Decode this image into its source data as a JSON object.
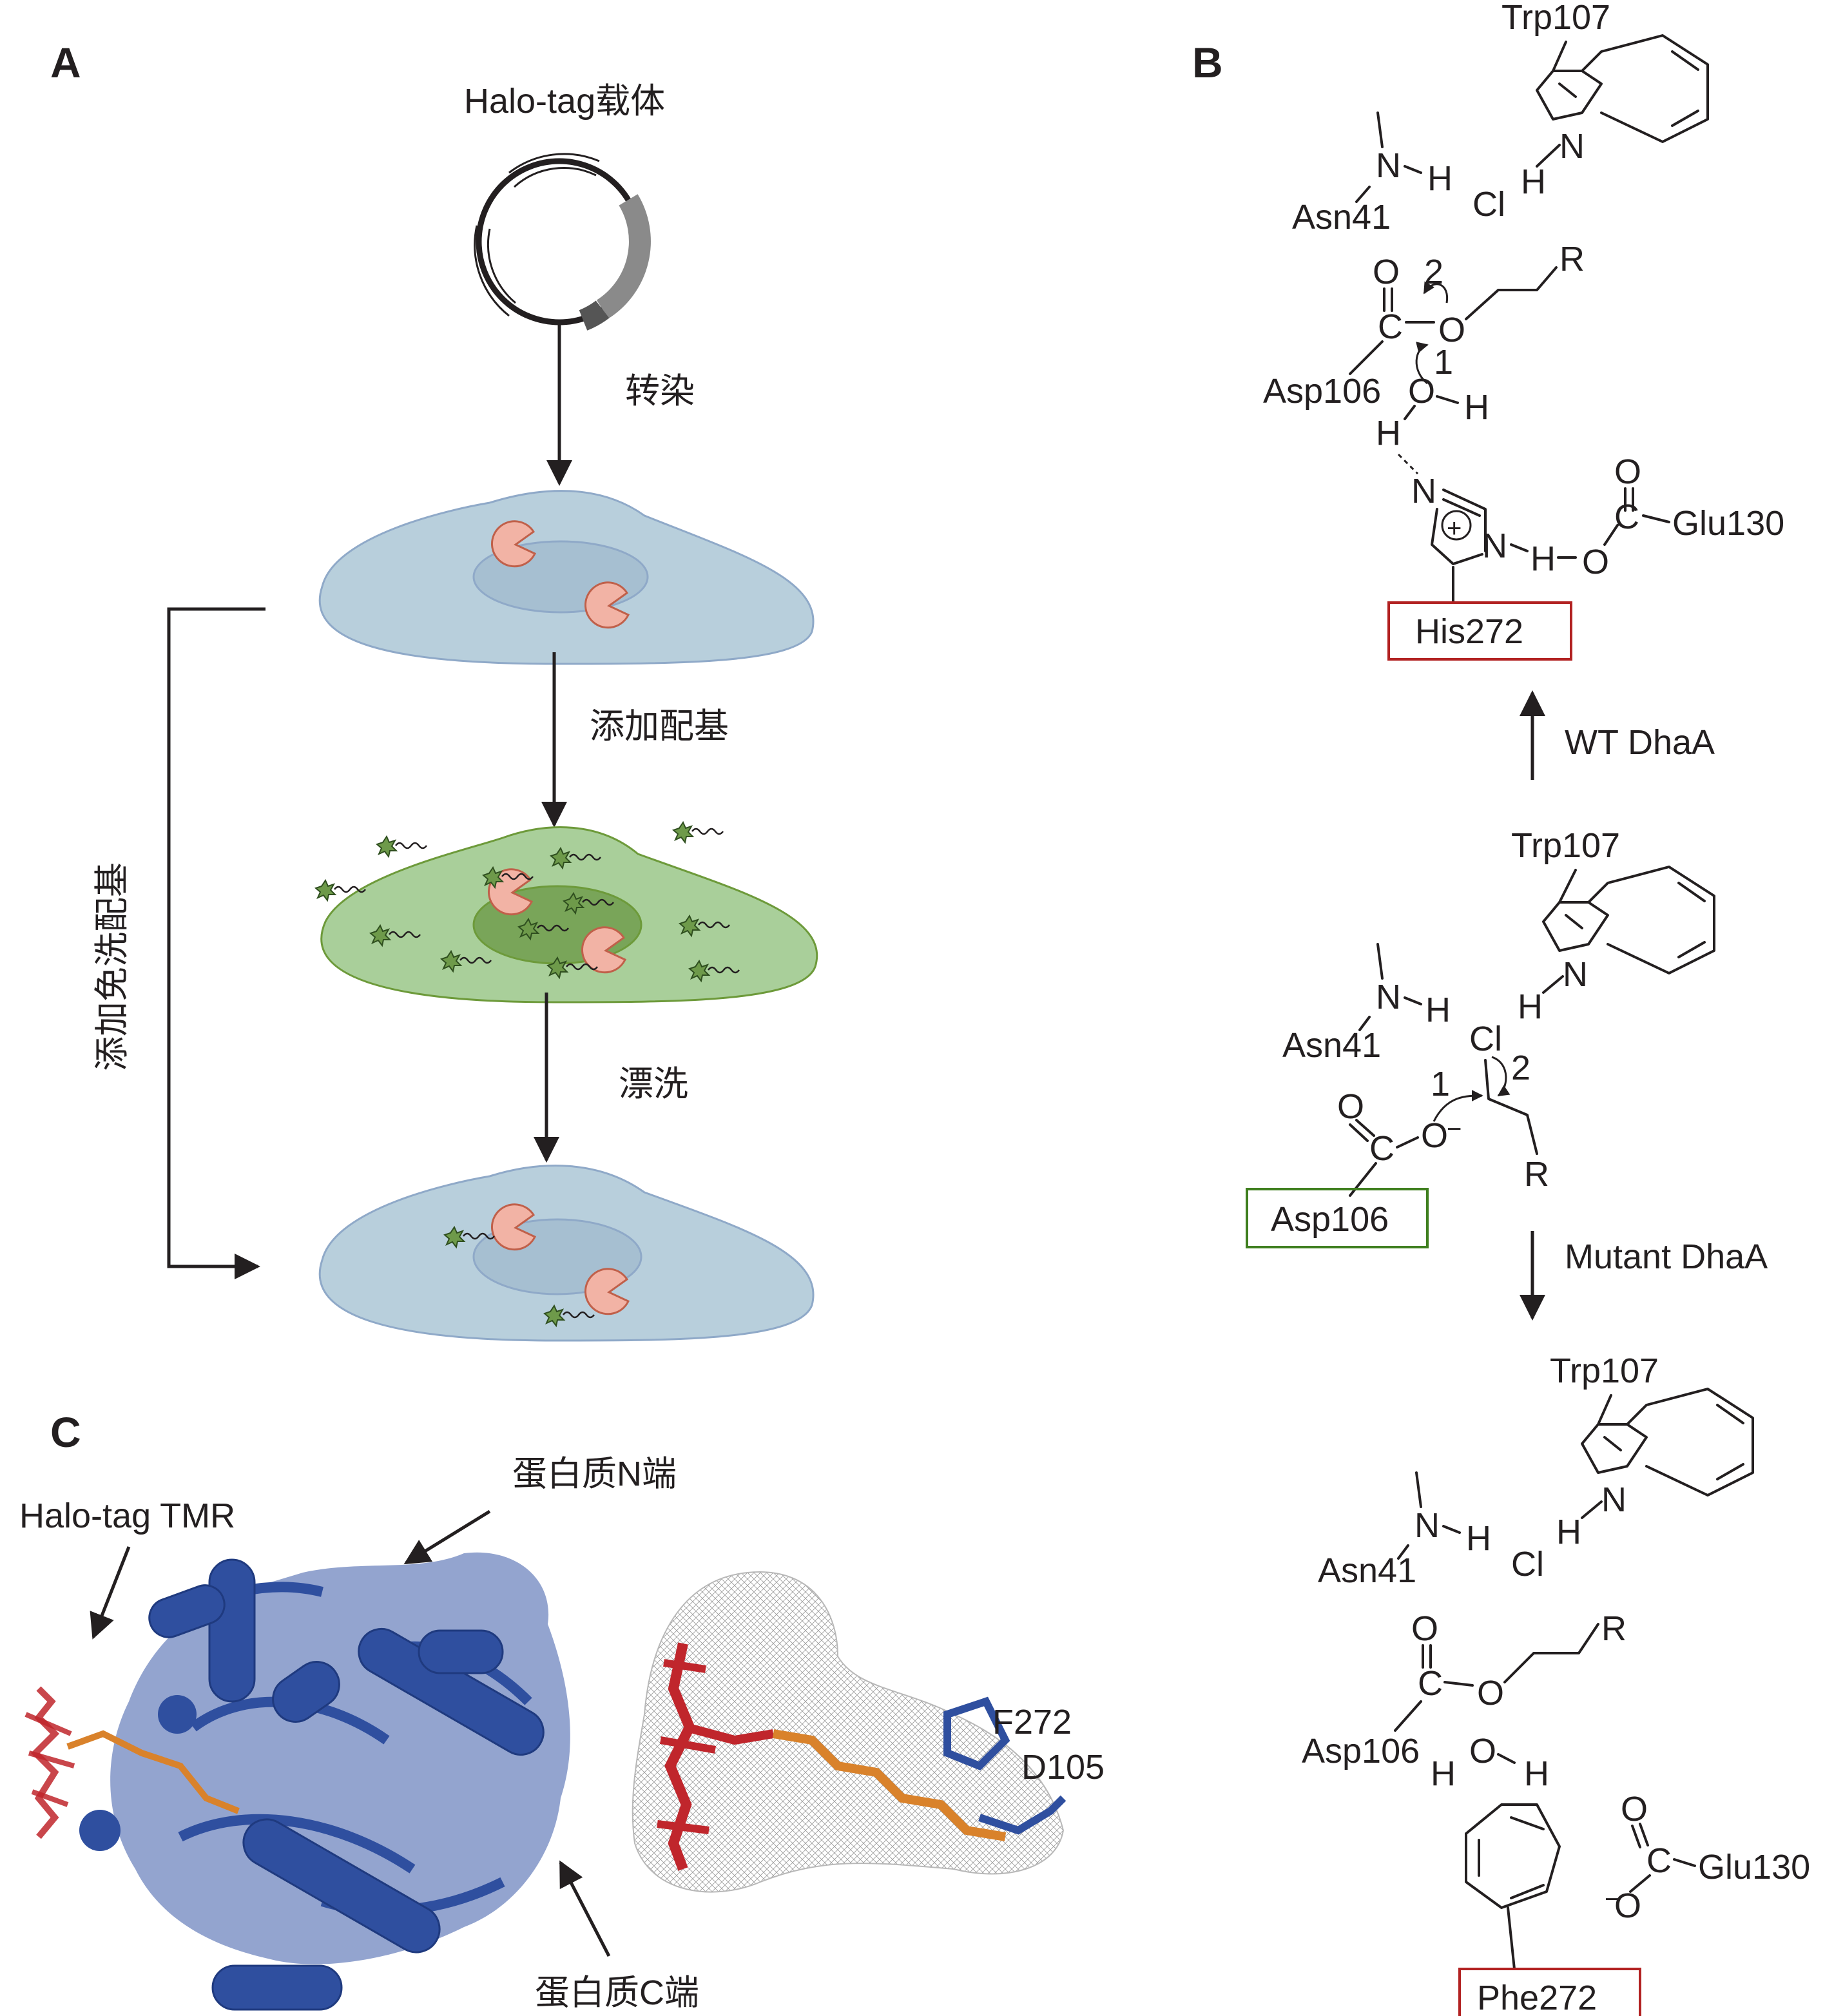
{
  "panels": {
    "a": "A",
    "b": "B",
    "c": "C"
  },
  "panel_a": {
    "vector_label": "Halo-tag载体",
    "step1": "转染",
    "step2": "添加配基",
    "step3": "漂洗",
    "side_label": "添加免洗配基"
  },
  "panel_b": {
    "top": {
      "trp": "Trp107",
      "n_indole": "N",
      "h_indole": "H",
      "n_asn": "N",
      "h_asn": "H",
      "asn": "Asn41",
      "cl": "Cl",
      "o_carbonyl": "O",
      "c": "C",
      "o_ester": "O",
      "r": "R",
      "num2": "2",
      "num1": "1",
      "asp": "Asp106",
      "o_water": "O",
      "h_water1": "H",
      "h_water2": "H",
      "n_his1": "N",
      "plus": "+",
      "n_his2": "N",
      "h_his": "H",
      "o_glu": "O",
      "glu_o1": "O",
      "glu_c": "C",
      "glu": "Glu130",
      "his": "His272"
    },
    "wt_label": "WT DhaA",
    "mid": {
      "trp": "Trp107",
      "n_indole": "N",
      "h_indole": "H",
      "n_asn": "N",
      "h_asn": "H",
      "asn": "Asn41",
      "cl": "Cl",
      "num2": "2",
      "num1": "1",
      "o_carbonyl": "O",
      "c": "C",
      "o_minus": "O",
      "minus": "−",
      "r": "R",
      "asp": "Asp106"
    },
    "mutant_label": "Mutant DhaA",
    "bot": {
      "trp": "Trp107",
      "n_indole": "N",
      "h_indole": "H",
      "n_asn": "N",
      "h_asn": "H",
      "asn": "Asn41",
      "cl": "Cl",
      "o_carbonyl": "O",
      "c": "C",
      "o_ester": "O",
      "r": "R",
      "asp": "Asp106",
      "h_water1": "H",
      "o_water": "O",
      "h_water2": "H",
      "glu_o1": "O",
      "glu_c": "C",
      "glu_o2": "O",
      "minus": "−",
      "glu": "Glu130",
      "phe": "Phe272"
    }
  },
  "panel_c": {
    "tmr_label": "Halo-tag TMR",
    "n_term": "蛋白质N端",
    "c_term": "蛋白质C端",
    "f272": "F272",
    "d105": "D105"
  },
  "colors": {
    "his_box": "#b22222",
    "asp_box": "#3f7f1f",
    "phe_box": "#b22222",
    "protein": "#2f4f9f",
    "ligand_red": "#c0262c",
    "ligand_orange": "#d9822b",
    "cell": "#b8cfdc",
    "cell_green": "#a9cf9a",
    "enzyme": "#f2b3a5"
  },
  "icons": [
    "plasmid-icon",
    "cell-icon",
    "enzyme-icon",
    "ligand-icon",
    "protein-structure-icon"
  ]
}
